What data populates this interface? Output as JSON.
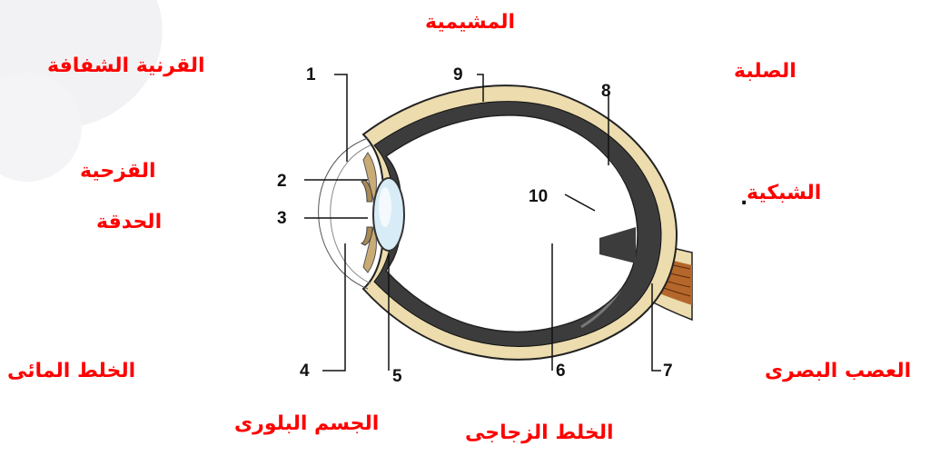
{
  "labels": {
    "choroid": "المشيمية",
    "cornea": "القرنية الشفافة",
    "sclera": "الصلبة",
    "iris": "القزحية",
    "pupil": "الحدقة",
    "retina": "الشبكية",
    "retina_dot": ".",
    "aqueous": "الخلط المائى",
    "optic_nerve": "العصب البصرى",
    "lens": "الجسم البلورى",
    "vitreous": "الخلط الزجاجى"
  },
  "numbers": [
    "1",
    "2",
    "3",
    "4",
    "5",
    "6",
    "7",
    "8",
    "9",
    "10"
  ],
  "colors": {
    "label": "#ff0000",
    "sclera": "#ecdcae",
    "choroid": "#3c3c3c",
    "outline": "#222222",
    "lens": "#d8ecf7",
    "iris": "#c9ab75",
    "nerve": "#b5672b"
  }
}
